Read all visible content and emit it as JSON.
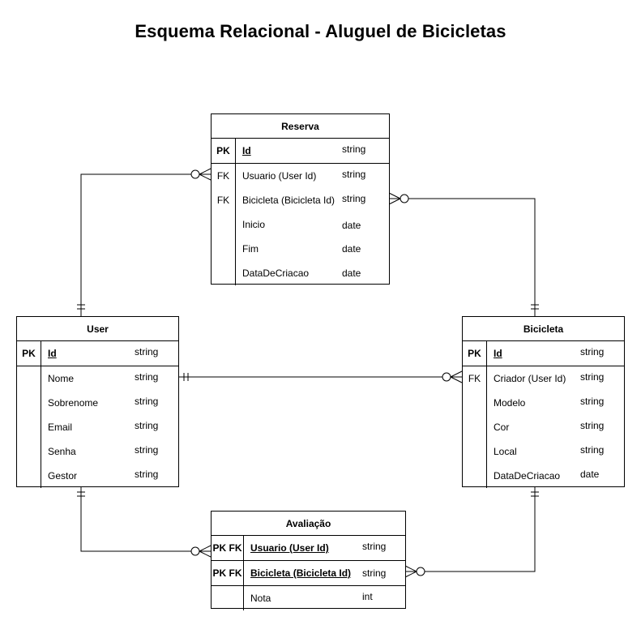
{
  "title": "Esquema Relacional - Aluguel de Bicicletas",
  "entities": {
    "reserva": {
      "name": "Reserva",
      "rows": [
        {
          "key": "PK",
          "field": "Id",
          "type": "string"
        },
        {
          "key": "FK",
          "field": "Usuario (User Id)",
          "type": "string"
        },
        {
          "key": "FK",
          "field": "Bicicleta (Bicicleta Id)",
          "type": "string"
        },
        {
          "key": "",
          "field": "Inicio",
          "type": "date"
        },
        {
          "key": "",
          "field": "Fim",
          "type": "date"
        },
        {
          "key": "",
          "field": "DataDeCriacao",
          "type": "date"
        }
      ]
    },
    "user": {
      "name": "User",
      "rows": [
        {
          "key": "PK",
          "field": "Id",
          "type": "string"
        },
        {
          "key": "",
          "field": "Nome",
          "type": "string"
        },
        {
          "key": "",
          "field": "Sobrenome",
          "type": "string"
        },
        {
          "key": "",
          "field": "Email",
          "type": "string"
        },
        {
          "key": "",
          "field": "Senha",
          "type": "string"
        },
        {
          "key": "",
          "field": "Gestor",
          "type": "string"
        }
      ]
    },
    "bicicleta": {
      "name": "Bicicleta",
      "rows": [
        {
          "key": "PK",
          "field": "Id",
          "type": "string"
        },
        {
          "key": "FK",
          "field": "Criador (User Id)",
          "type": "string"
        },
        {
          "key": "",
          "field": "Modelo",
          "type": "string"
        },
        {
          "key": "",
          "field": "Cor",
          "type": "string"
        },
        {
          "key": "",
          "field": "Local",
          "type": "string"
        },
        {
          "key": "",
          "field": "DataDeCriacao",
          "type": "date"
        }
      ]
    },
    "avaliacao": {
      "name": "Avaliação",
      "rows": [
        {
          "key": "PK FK",
          "field": "Usuario (User Id)",
          "type": "string"
        },
        {
          "key": "PK FK",
          "field": "Bicicleta (Bicicleta Id)",
          "type": "string"
        },
        {
          "key": "",
          "field": "Nota",
          "type": "int"
        }
      ]
    }
  },
  "relationships": [
    {
      "from": "User",
      "to": "Reserva",
      "from_cardinality": "exactly-one",
      "to_cardinality": "zero-or-many"
    },
    {
      "from": "Bicicleta",
      "to": "Reserva",
      "from_cardinality": "exactly-one",
      "to_cardinality": "zero-or-many"
    },
    {
      "from": "User",
      "to": "Bicicleta",
      "from_cardinality": "exactly-one",
      "to_cardinality": "zero-or-many"
    },
    {
      "from": "User",
      "to": "Avaliação",
      "from_cardinality": "exactly-one",
      "to_cardinality": "zero-or-many"
    },
    {
      "from": "Bicicleta",
      "to": "Avaliação",
      "from_cardinality": "exactly-one",
      "to_cardinality": "zero-or-many"
    }
  ],
  "colors": {
    "line": "#000000",
    "background": "#ffffff"
  }
}
